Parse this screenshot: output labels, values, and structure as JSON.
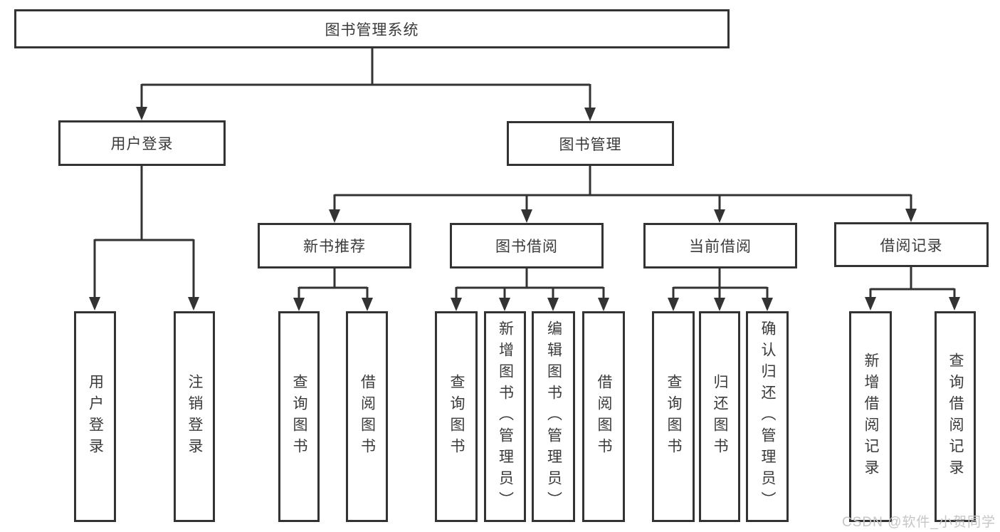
{
  "diagram": {
    "root": {
      "label": "图书管理系统"
    },
    "branches": [
      {
        "label": "用户登录",
        "children": [
          {
            "label": "用户登录"
          },
          {
            "label": "注销登录"
          }
        ]
      },
      {
        "label": "图书管理",
        "children": [
          {
            "label": "新书推荐",
            "children": [
              {
                "label": "查询图书"
              },
              {
                "label": "借阅图书"
              }
            ]
          },
          {
            "label": "图书借阅",
            "children": [
              {
                "label": "查询图书"
              },
              {
                "label": "新增图书（管理员）"
              },
              {
                "label": "编辑图书（管理员）"
              },
              {
                "label": "借阅图书"
              }
            ]
          },
          {
            "label": "当前借阅",
            "children": [
              {
                "label": "查询图书"
              },
              {
                "label": "归还图书"
              },
              {
                "label": "确认归还（管理员）"
              }
            ]
          },
          {
            "label": "借阅记录",
            "children": [
              {
                "label": "新增借阅记录"
              },
              {
                "label": "查询借阅记录"
              }
            ]
          }
        ]
      }
    ]
  },
  "watermark": {
    "text": "CSDN @软件_小贺同学",
    "color": "#c6c6c6"
  },
  "colors": {
    "line": "#333333",
    "border": "#333333",
    "text": "#3a3a3a",
    "background": "#ffffff"
  }
}
